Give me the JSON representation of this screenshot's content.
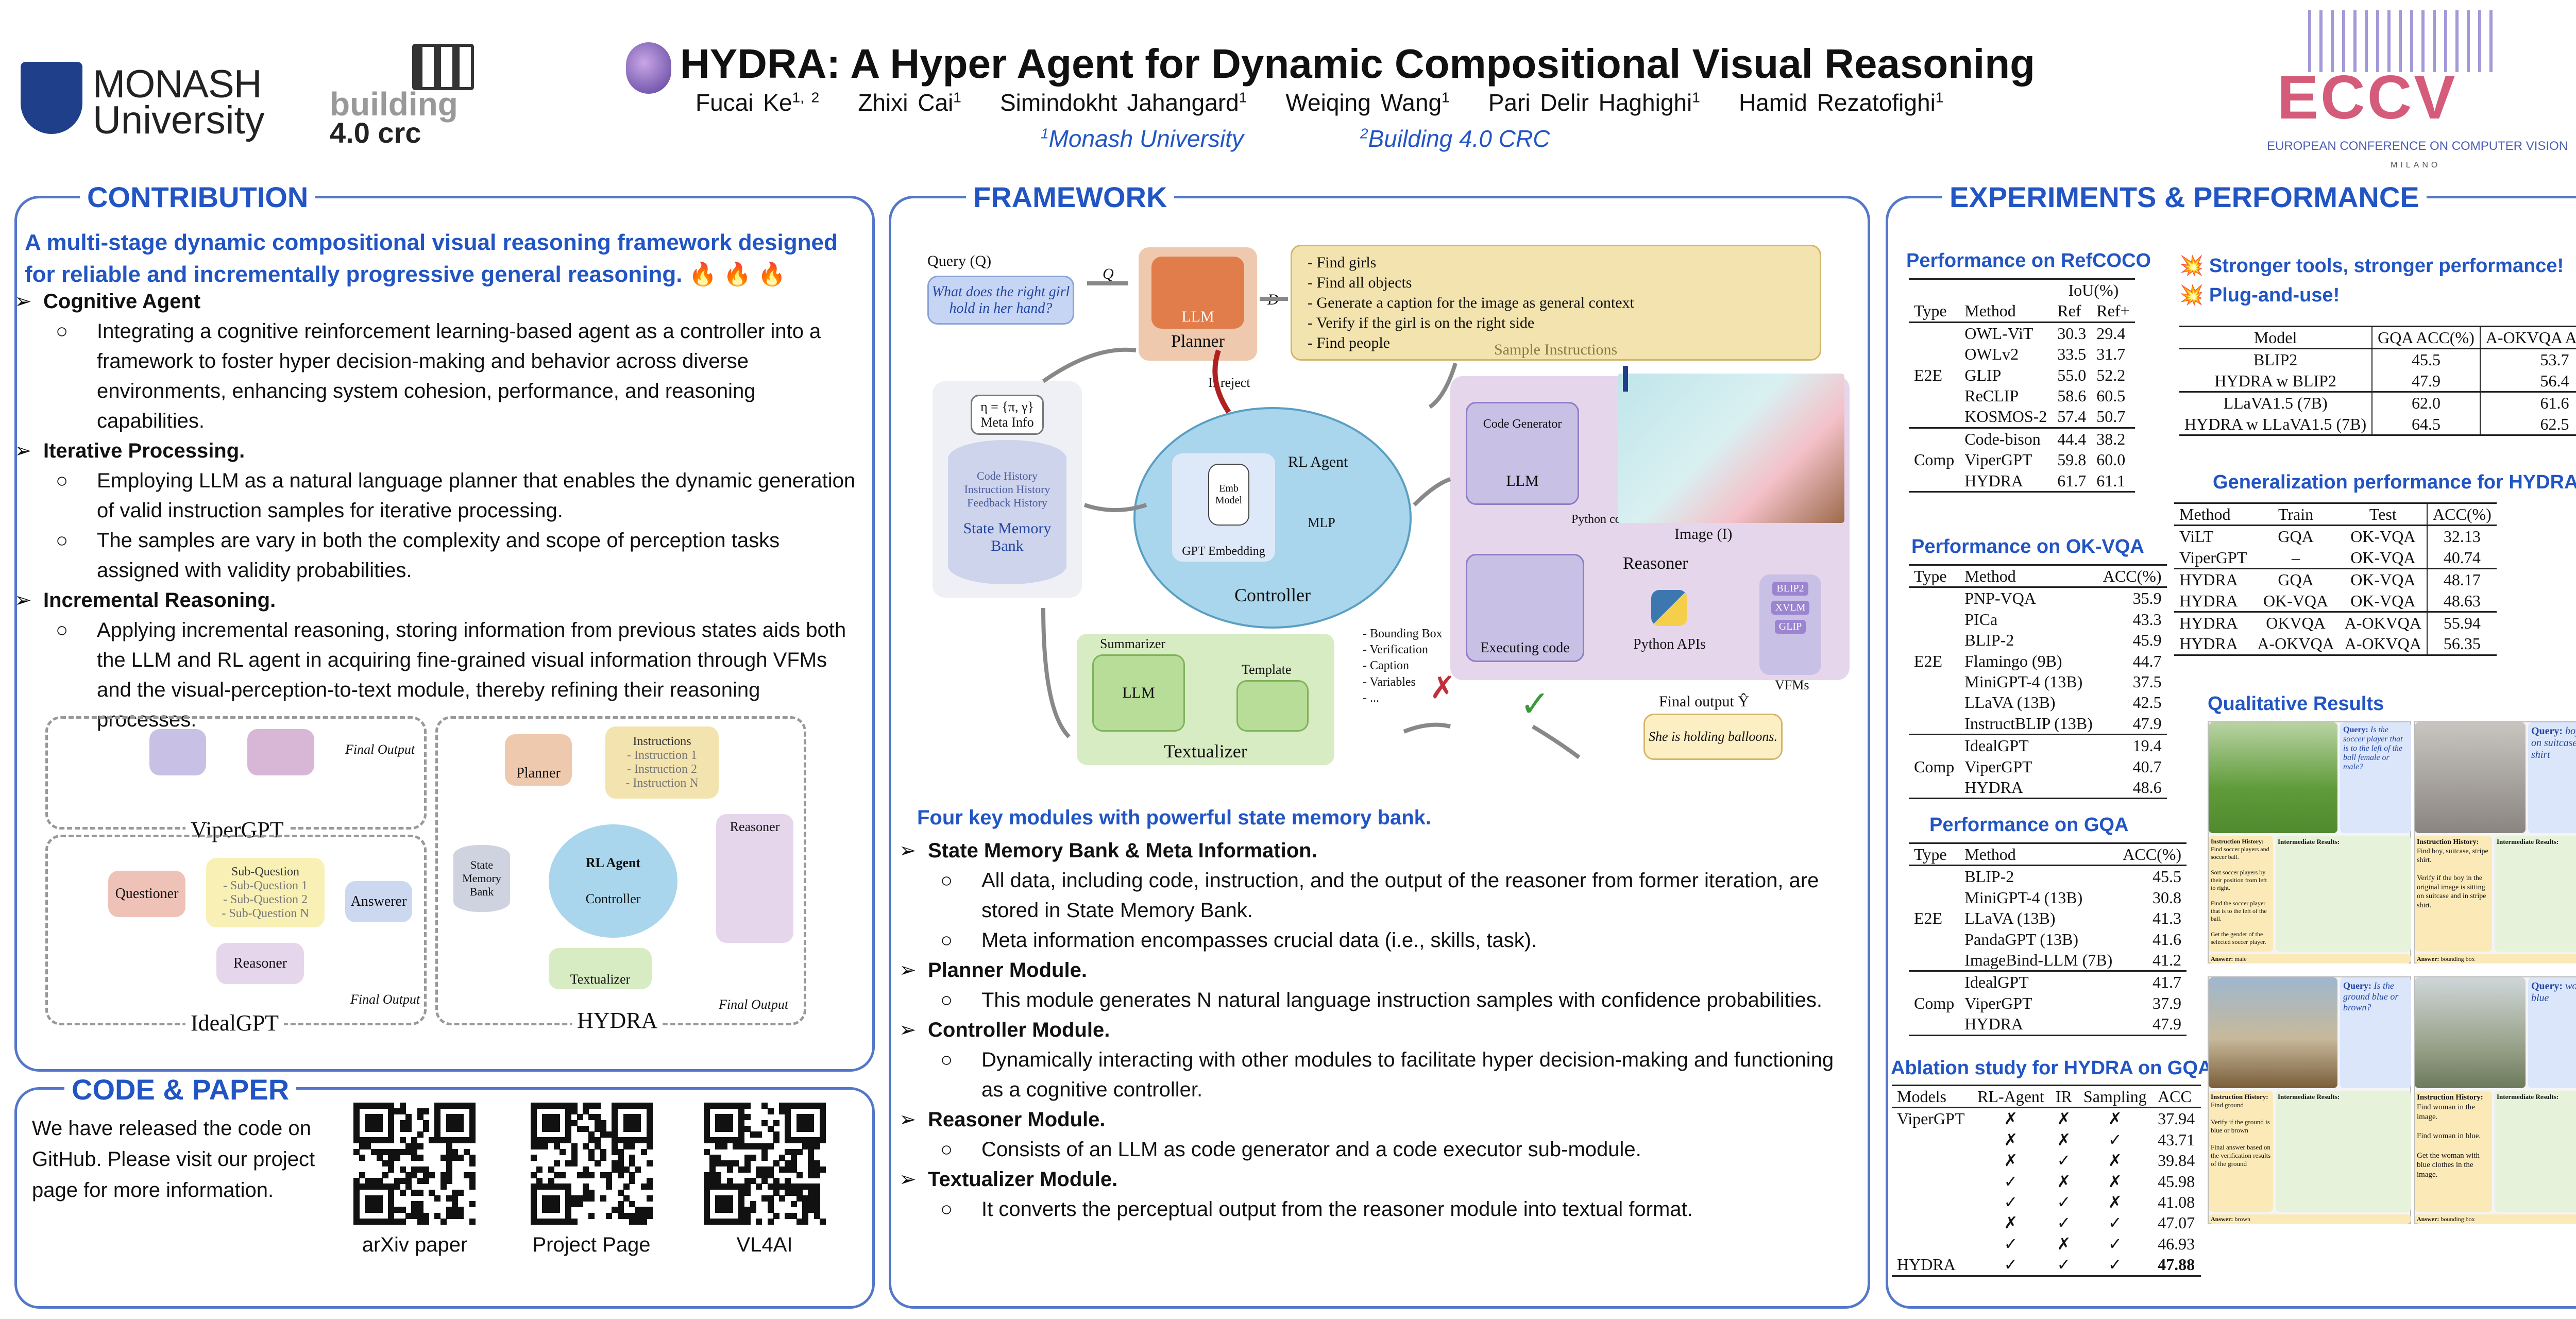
{
  "header": {
    "title": "HYDRA: A Hyper Agent for Dynamic Compositional Visual Reasoning",
    "authors": [
      {
        "name": "Fucai Ke",
        "sup": "1, 2"
      },
      {
        "name": "Zhixi Cai",
        "sup": "1"
      },
      {
        "name": "Simindokht Jahangard",
        "sup": "1"
      },
      {
        "name": "Weiqing Wang",
        "sup": "1"
      },
      {
        "name": "Pari Delir Haghighi",
        "sup": "1"
      },
      {
        "name": "Hamid Rezatofighi",
        "sup": "1"
      }
    ],
    "affiliations": [
      {
        "sup": "1",
        "name": "Monash University"
      },
      {
        "sup": "2",
        "name": "Building 4.0 CRC"
      }
    ],
    "logos": {
      "monash_line1": "MONASH",
      "monash_line2": "University",
      "building_line1": "building",
      "building_line2": "4.0 crc",
      "eccv": "ECCV",
      "eccv_sub": "EUROPEAN CONFERENCE ON COMPUTER VISION",
      "eccv_city": "MILANO"
    }
  },
  "contribution": {
    "title": "CONTRIBUTION",
    "intro": "A multi-stage dynamic compositional visual reasoning framework designed for reliable and incrementally progressive general reasoning.",
    "intro_emoji": "🔥 🔥 🔥",
    "items": [
      {
        "heading": "Cognitive Agent",
        "points": [
          "Integrating a cognitive reinforcement learning-based agent as a controller into a framework to foster hyper decision-making and behavior across diverse environments, enhancing system cohesion, performance, and reasoning capabilities."
        ]
      },
      {
        "heading": "Iterative Processing.",
        "points": [
          "Employing LLM as a natural language planner that enables the dynamic generation of valid instruction samples for iterative processing.",
          "The samples are vary in both the complexity and scope of perception tasks assigned with validity probabilities."
        ]
      },
      {
        "heading": "Incremental Reasoning.",
        "points": [
          "Applying incremental reasoning, storing information from previous states aids both the LLM and RL agent in acquiring fine-grained visual information through VFMs and the visual-perception-to-text module, thereby refining their reasoning processes."
        ]
      }
    ],
    "diagrams": {
      "vipergpt": "ViperGPT",
      "idealgpt": "IdealGPT",
      "hydra": "HYDRA",
      "final_output": "Final Output",
      "questioner": "Questioner",
      "answerer": "Answerer",
      "reasoner": "Reasoner",
      "planner": "Planner",
      "rl_agent": "RL Agent",
      "controller": "Controller",
      "textualizer": "Textualizer",
      "state_memory_bank": "State Memory Bank",
      "sub_question": "Sub-Question",
      "sub_questions": [
        "- Sub-Question 1",
        "- Sub-Question 2",
        "- Sub-Question N"
      ],
      "instructions": "Instructions",
      "instruction_items": [
        "- Instruction 1",
        "- Instruction 2",
        "- Instruction N"
      ]
    }
  },
  "code_paper": {
    "title": "CODE & PAPER",
    "text": "We have released the code on GitHub. Please visit our project page for more information.",
    "qr_labels": [
      "arXiv paper",
      "Project Page",
      "VL4AI"
    ]
  },
  "framework": {
    "title": "FRAMEWORK",
    "diagram": {
      "query_label": "Query (Q)",
      "query_text": "What does the right girl hold in her hand?",
      "q": "Q",
      "planner": "Planner",
      "llm": "LLM",
      "dt": "D",
      "instructions": [
        "- Find girls",
        "- Find all objects",
        "- Generate a caption for the image as general context",
        "- Verify if the girl is on the right side",
        "- Find people"
      ],
      "sample_instructions": "Sample Instructions",
      "if_reject": "If reject",
      "meta_info": "η = {π, γ}",
      "meta_info_label": "Meta Info",
      "memory_items": [
        "Code History",
        "Instruction History",
        "Feedback History"
      ],
      "state_memory_bank": "State Memory Bank",
      "gpt_embedding": "GPT Embedding",
      "emb_model": "Emb Model",
      "rl_agent": "RL Agent",
      "mlp": "MLP",
      "controller": "Controller",
      "code_generator": "Code Generator",
      "python_code": "Python code",
      "reasoner": "Reasoner",
      "executing_code": "Executing code",
      "python_apis": "Python APIs",
      "vfms": "VFMs",
      "vfm_items": [
        "BLIP2",
        "XVLM",
        "GLIP"
      ],
      "image_label": "Image (I)",
      "summarizer": "Summarizer",
      "template": "Template",
      "textualizer": "Textualizer",
      "outputs": [
        "- Bounding Box",
        "- Verification",
        "- Caption",
        "- Variables",
        "- ..."
      ],
      "final_output": "Final output Ŷ",
      "final_text": "She is holding balloons."
    },
    "subtitle": "Four key modules with powerful state memory bank.",
    "items": [
      {
        "heading": "State Memory Bank & Meta Information.",
        "points": [
          "All data, including code, instruction, and the output of the reasoner from former iteration, are stored in State Memory Bank.",
          "Meta information encompasses crucial data (i.e., skills, task)."
        ]
      },
      {
        "heading": "Planner Module.",
        "points": [
          "This module generates N natural language instruction samples with confidence probabilities."
        ]
      },
      {
        "heading": "Controller Module.",
        "points": [
          "Dynamically interacting with other modules to facilitate hyper decision-making and functioning as a cognitive controller."
        ]
      },
      {
        "heading": "Reasoner Module.",
        "points": [
          "Consists of an LLM as code generator and a code executor sub-module."
        ]
      },
      {
        "heading": "Textualizer Module.",
        "points": [
          "It converts the perceptual output from the reasoner module into textual format."
        ]
      }
    ]
  },
  "experiments": {
    "title": "EXPERIMENTS & PERFORMANCE",
    "refcoco": {
      "title": "Performance on RefCOCO",
      "header1": [
        "",
        "",
        "IoU(%)"
      ],
      "header2": [
        "Type",
        "Method",
        "Ref",
        "Ref+"
      ],
      "groups": [
        {
          "type": "E2E",
          "rows": [
            [
              "OWL-ViT",
              "30.3",
              "29.4"
            ],
            [
              "OWLv2",
              "33.5",
              "31.7"
            ],
            [
              "GLIP",
              "55.0",
              "52.2"
            ],
            [
              "ReCLIP",
              "58.6",
              "60.5"
            ],
            [
              "KOSMOS-2",
              "57.4",
              "50.7"
            ]
          ]
        },
        {
          "type": "Comp",
          "rows": [
            [
              "Code-bison",
              "44.4",
              "38.2"
            ],
            [
              "ViperGPT",
              "59.8",
              "60.0"
            ],
            [
              "HYDRA",
              "61.7",
              "61.1"
            ]
          ]
        }
      ]
    },
    "okvqa": {
      "title": "Performance on OK-VQA",
      "header": [
        "Type",
        "Method",
        "ACC(%)"
      ],
      "groups": [
        {
          "type": "E2E",
          "rows": [
            [
              "PNP-VQA",
              "35.9"
            ],
            [
              "PICa",
              "43.3"
            ],
            [
              "BLIP-2",
              "45.9"
            ],
            [
              "Flamingo (9B)",
              "44.7"
            ],
            [
              "MiniGPT-4 (13B)",
              "37.5"
            ],
            [
              "LLaVA (13B)",
              "42.5"
            ],
            [
              "InstructBLIP (13B)",
              "47.9"
            ]
          ]
        },
        {
          "type": "Comp",
          "rows": [
            [
              "IdealGPT",
              "19.4"
            ],
            [
              "ViperGPT",
              "40.7"
            ],
            [
              "HYDRA",
              "48.6"
            ]
          ]
        }
      ]
    },
    "gqa": {
      "title": "Performance on GQA",
      "header": [
        "Type",
        "Method",
        "ACC(%)"
      ],
      "groups": [
        {
          "type": "E2E",
          "rows": [
            [
              "BLIP-2",
              "45.5"
            ],
            [
              "MiniGPT-4 (13B)",
              "30.8"
            ],
            [
              "LLaVA (13B)",
              "41.3"
            ],
            [
              "PandaGPT (13B)",
              "41.6"
            ],
            [
              "ImageBind-LLM (7B)",
              "41.2"
            ]
          ]
        },
        {
          "type": "Comp",
          "rows": [
            [
              "IdealGPT",
              "41.7"
            ],
            [
              "ViperGPT",
              "37.9"
            ],
            [
              "HYDRA",
              "47.9"
            ]
          ]
        }
      ]
    },
    "ablation": {
      "title": "Ablation study for HYDRA on GQA",
      "header": [
        "Models",
        "RL-Agent",
        "IR",
        "Sampling",
        "ACC"
      ],
      "rows": [
        [
          "ViperGPT",
          "✗",
          "✗",
          "✗",
          "37.94"
        ],
        [
          "",
          "✗",
          "✗",
          "✓",
          "43.71"
        ],
        [
          "",
          "✗",
          "✓",
          "✗",
          "39.84"
        ],
        [
          "",
          "✓",
          "✗",
          "✗",
          "45.98"
        ],
        [
          "",
          "✓",
          "✓",
          "✗",
          "41.08"
        ],
        [
          "",
          "✗",
          "✓",
          "✓",
          "47.07"
        ],
        [
          "",
          "✓",
          "✗",
          "✓",
          "46.93"
        ],
        [
          "HYDRA",
          "✓",
          "✓",
          "✓",
          "47.88"
        ]
      ]
    },
    "stronger": {
      "items": [
        "Stronger tools, stronger performance!",
        "Plug-and-use!"
      ],
      "emoji": "💥",
      "header": [
        "Model",
        "GQA ACC(%)",
        "A-OKVQA ACC(%)"
      ],
      "rows": [
        [
          "BLIP2",
          "45.5",
          "53.7"
        ],
        [
          "HYDRA w BLIP2",
          "47.9",
          "56.4"
        ],
        [
          "LLaVA1.5 (7B)",
          "62.0",
          "61.6"
        ],
        [
          "HYDRA w LLaVA1.5 (7B)",
          "64.5",
          "62.5"
        ]
      ]
    },
    "generalization": {
      "title": "Generalization performance for HYDRA",
      "header": [
        "Method",
        "Train",
        "Test",
        "ACC(%)"
      ],
      "rows": [
        [
          "ViLT",
          "GQA",
          "OK-VQA",
          "32.13"
        ],
        [
          "ViperGPT",
          "–",
          "OK-VQA",
          "40.74"
        ],
        [
          "HYDRA",
          "GQA",
          "OK-VQA",
          "48.17"
        ],
        [
          "HYDRA",
          "OK-VQA",
          "OK-VQA",
          "48.63"
        ],
        [
          "HYDRA",
          "OKVQA",
          "A-OKVQA",
          "55.94"
        ],
        [
          "HYDRA",
          "A-OKVQA",
          "A-OKVQA",
          "56.35"
        ]
      ]
    },
    "qualitative": {
      "title": "Qualitative Results",
      "examples": [
        {
          "query": "Is the soccer player that is to the left of the ball female or male?",
          "history": [
            "Find soccer players and soccer ball.",
            "Sort soccer players by their position from left to right.",
            "Find the soccer player that is to the left of the ball.",
            "Get the gender of the selected soccer player."
          ],
          "answer": "male"
        },
        {
          "query": "boy sitting on suitcase stripe shirt",
          "history": [
            "Find boy, suitcase, stripe shirt.",
            "Verify if the boy in the original image is sitting on suitcase and in stripe shirt."
          ],
          "answer": "bounding box"
        },
        {
          "query": "Is the ground blue or brown?",
          "history": [
            "Find ground",
            "Verify if the ground is blue or brown",
            "Final answer based on the verification results of the ground"
          ],
          "answer": "brown"
        },
        {
          "query": "woman in blue",
          "history": [
            "Find woman in the image.",
            "Find woman in blue.",
            "Get the woman with blue clothes in the image."
          ],
          "answer": "bounding box"
        }
      ],
      "labels": {
        "query": "Query:",
        "history": "Instruction History:",
        "intermediate": "Intermediate Results:",
        "answer": "Answer:"
      }
    }
  },
  "colors": {
    "accent": "#2255c4",
    "border": "#5477c9",
    "planner": "#efc9ad",
    "instructions": "#f3e3ae",
    "reasoner": "#e6d6ec",
    "textualizer": "#d7ecc2",
    "controller": "#a9d6ec"
  }
}
